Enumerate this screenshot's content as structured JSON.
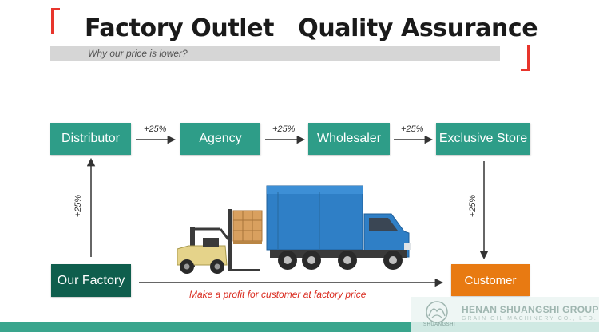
{
  "header": {
    "title": "Factory Outlet   Quality Assurance",
    "subtitle": "Why our price is lower?"
  },
  "flow": {
    "boxes": {
      "distributor": "Distributor",
      "agency": "Agency",
      "wholesaler": "Wholesaler",
      "exclusive_store": "Exclusive Store",
      "our_factory": "Our Factory",
      "customer": "Customer"
    },
    "markup_labels": [
      "+25%",
      "+25%",
      "+25%",
      "+25%",
      "+25%"
    ],
    "tagline": "Make a profit for customer at factory price"
  },
  "brand": {
    "name": "HENAN SHUANGSHI GROUP",
    "sub": "GRAIN OIL MACHINERY CO., LTD.",
    "logo_text": "SHUANGSHI"
  },
  "colors": {
    "teal_box": "#2e9d88",
    "factory_box": "#0f5e4d",
    "customer_box": "#e87a12",
    "accent_red": "#e8352c",
    "truck_blue": "#2f7fc6"
  }
}
